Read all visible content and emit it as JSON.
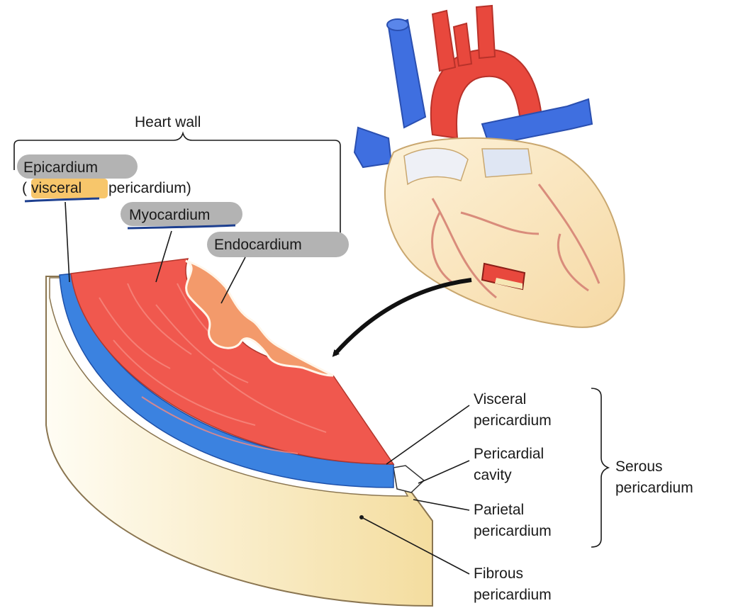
{
  "title": "Heart wall",
  "heart_wall_labels": {
    "epicardium": "Epicardium",
    "epicardium_sub_open": "(",
    "epicardium_sub_highlight": "visceral ",
    "epicardium_sub_rest": "pericardium)",
    "myocardium": "Myocardium",
    "endocardium": "Endocardium"
  },
  "right_labels": {
    "visceral_line1": "Visceral",
    "visceral_line2": "pericardium",
    "cavity_line1": "Pericardial",
    "cavity_line2": "cavity",
    "parietal_line1": "Parietal",
    "parietal_line2": "pericardium",
    "fibrous_line1": "Fibrous",
    "fibrous_line2": "pericardium",
    "serous_line1": "Serous",
    "serous_line2": "pericardium"
  },
  "colors": {
    "myocardium": "#f0584e",
    "endocardium": "#f39a6b",
    "epicardium": "#3b82e0",
    "fibrous": "#f6e6b4",
    "label_badge": "#b3b3b3",
    "highlight": "#f7c66b",
    "underline": "#1d3f8f",
    "vessel_red": "#e8483d",
    "vessel_blue": "#3f6fe0",
    "heart_body": "#fbe7c0"
  }
}
